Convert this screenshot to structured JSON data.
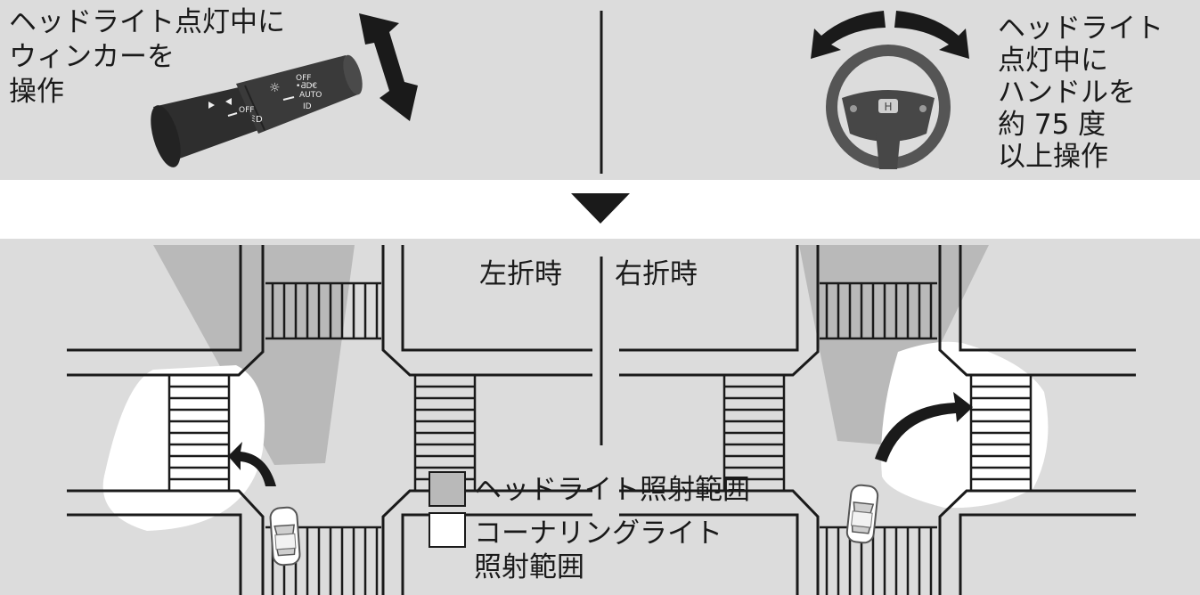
{
  "top_panel": {
    "left_instruction": "ヘッドライト点灯中に\nウィンカーを\n操作",
    "right_instruction": "ヘッドライト\n点灯中に\nハンドルを\n約 75 度\n以上操作"
  },
  "stalk": {
    "turn_off_label": "OFF",
    "light_off_label": "OFF",
    "auto_label": "AUTO"
  },
  "intersections": {
    "left_turn_label": "左折時",
    "right_turn_label": "右折時"
  },
  "legend": {
    "headlight_label": "ヘッドライト照射範囲",
    "cornering_label": "コーナリングライト\n照射範囲"
  },
  "colors": {
    "panel_gray": "#dcdcdc",
    "headlight_gray": "#b9b9b9",
    "cornering_white": "#ffffff",
    "ink": "#1a1a1a"
  }
}
